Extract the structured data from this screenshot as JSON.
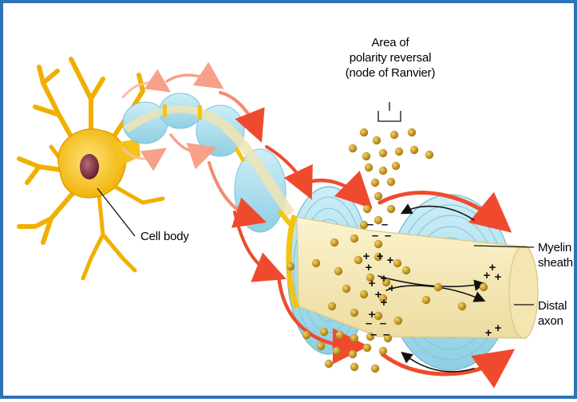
{
  "labels": {
    "area_line1": "Area of",
    "area_line2": "polarity reversal",
    "area_line3": "(node of Ranvier)",
    "cell_body": "Cell body",
    "myelin_line1": "Myelin",
    "myelin_line2": "sheath",
    "distal_line1": "Distal",
    "distal_line2": "axon"
  },
  "charges": {
    "plus": "+",
    "minus": "–"
  },
  "colors": {
    "frame": "#2e73b8",
    "neuron": "#f6c21a",
    "nucleus": "#7a2a3a",
    "myelin": "#a9dcec",
    "axon": "#f7ecbc",
    "ion": "#c99a1c",
    "arrow": "#f04a2e",
    "node_ring": "#f2c40f"
  }
}
